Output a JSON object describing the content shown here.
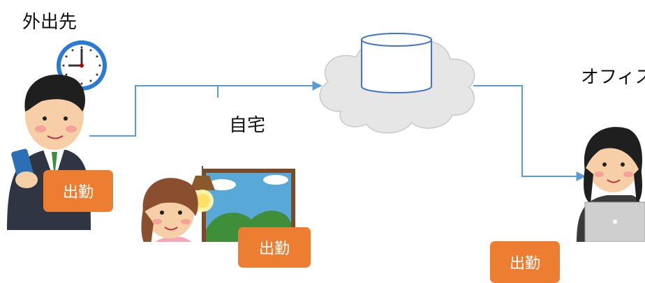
{
  "locations": {
    "outside": "外出先",
    "home": "自宅",
    "office": "オフィス"
  },
  "badges": {
    "outside": "出勤",
    "home": "出勤",
    "office": "出勤"
  },
  "colors": {
    "connector": "#5b9bd5",
    "badge": "#ed7d31",
    "cloud": "#e7e6e6",
    "database_stroke": "#4472c4"
  }
}
